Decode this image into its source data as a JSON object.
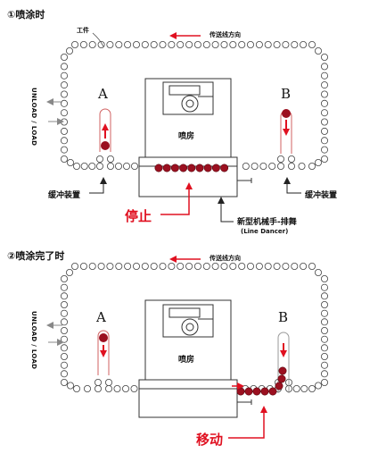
{
  "colors": {
    "red": "#e01020",
    "dark_red": "#8b0a14",
    "line": "#222222",
    "gray": "#888888"
  },
  "panel1": {
    "title": "①喷涂时",
    "workpiece_label": "工件",
    "conveyor_dir_label": "传送线方向",
    "label_a": "A",
    "label_b": "B",
    "side_label": "UNLOAD / LOAD",
    "booth_label": "喷房",
    "buffer_left": "缓冲装置",
    "buffer_right": "缓冲装置",
    "state_label": "停止",
    "robot_label": "新型机械手-排舞",
    "robot_sub": "(Line Dancer)"
  },
  "panel2": {
    "title": "②喷涂完了时",
    "conveyor_dir_label": "传送线方向",
    "label_a": "A",
    "label_b": "B",
    "side_label": "UNLOAD / LOAD",
    "booth_label": "喷房",
    "state_label": "移动"
  }
}
